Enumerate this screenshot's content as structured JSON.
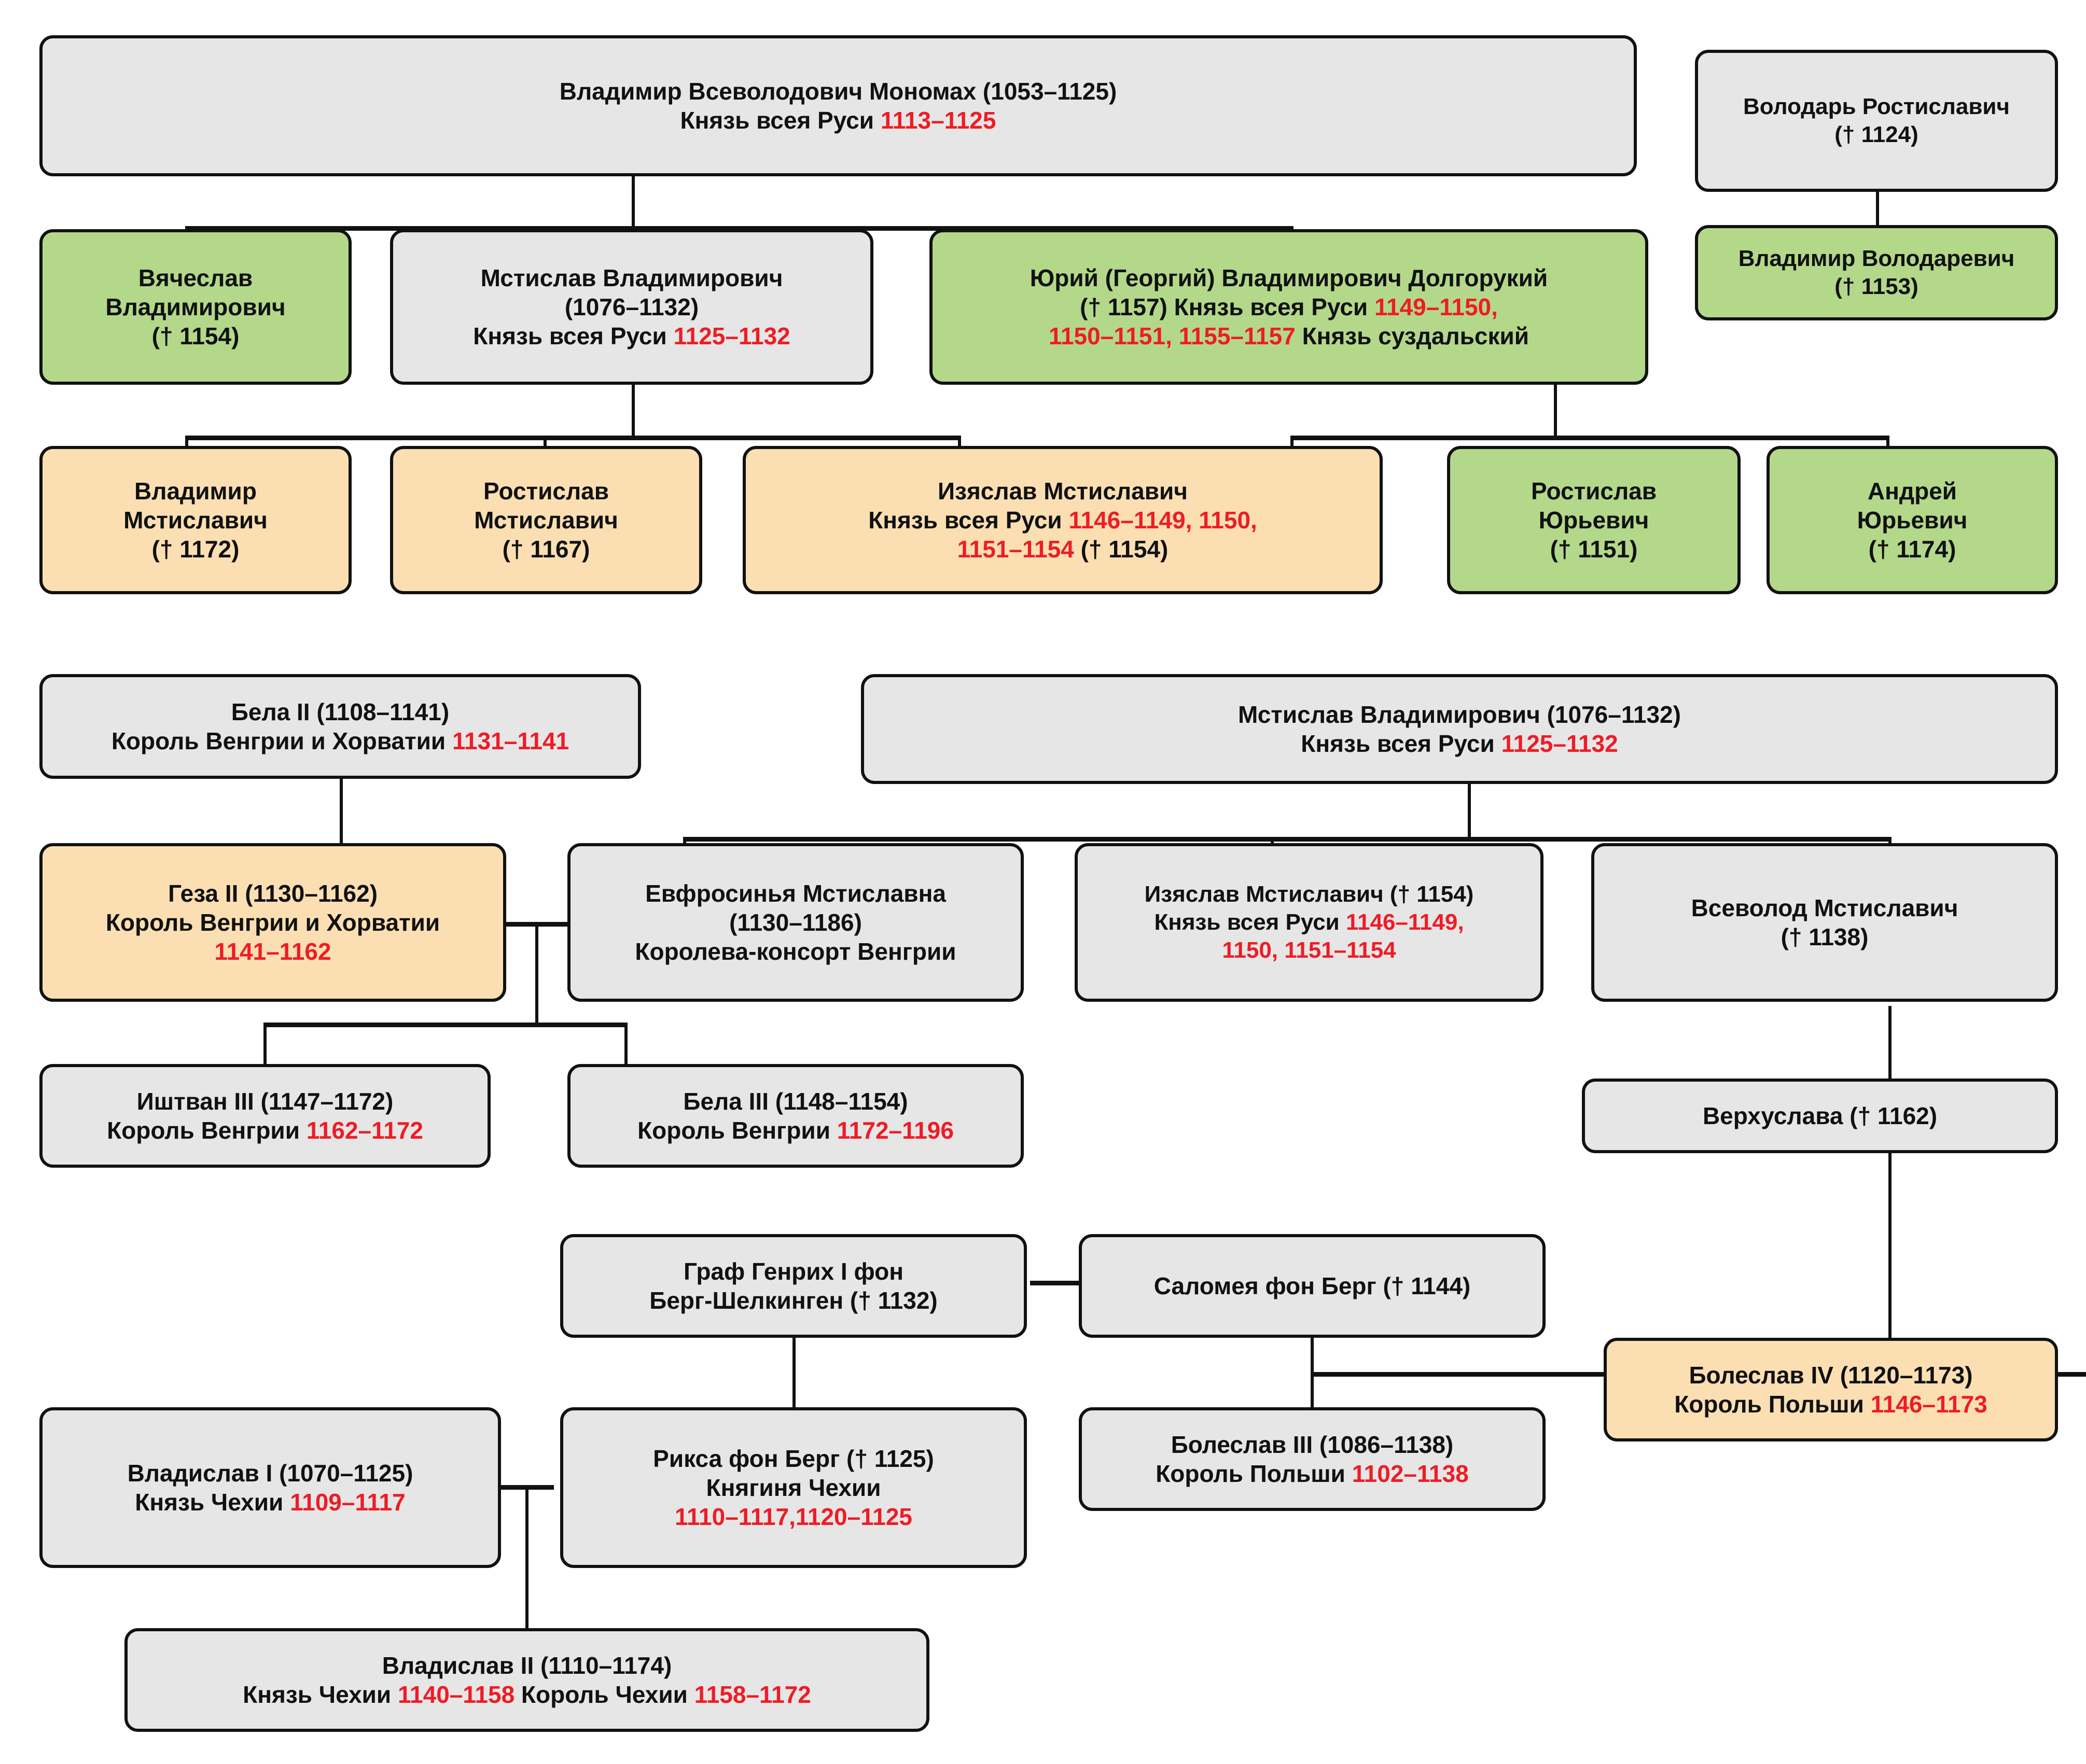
{
  "meta": {
    "title": "Генеалогическое древо Мономашичей",
    "colors": {
      "box_gray": "#e6e6e6",
      "box_green": "#b3d88a",
      "box_tan": "#fbdfb2",
      "border": "#111111",
      "text": "#111111",
      "reign_red": "#ee1c25",
      "background": "#ffffff"
    }
  },
  "nodes": {
    "monomakh": {
      "line1": "Владимир Всеволодович Мономах (1053–1125)",
      "line2_label": "Князь всея Руси ",
      "line2_reign": "1113–1125"
    },
    "volodar": {
      "line1": "Володарь Ростиславич",
      "line2": "(† 1124)"
    },
    "vladimir_volodarevich": {
      "line1": "Владимир Володаревич",
      "line2": "(† 1153)"
    },
    "vyacheslav": {
      "line1": "Вячеслав",
      "line2": "Владимирович",
      "line3": "(† 1154)"
    },
    "mstislav_top": {
      "line1": "Мстислав Владимирович",
      "line2": "(1076–1132)",
      "line3_label": "Князь всея Руси ",
      "line3_reign": "1125–1132"
    },
    "yuri": {
      "line1": "Юрий (Георгий) Владимирович Долгорукий",
      "line2_a": "(† 1157) Князь всея Руси ",
      "line2_reign": "1149–1150,",
      "line3_reign": "1150–1151, 1155–1157",
      "line3_b": " Князь суздальский"
    },
    "vladimir_mstislavich": {
      "line1": "Владимир",
      "line2": "Мстиславич",
      "line3": "(† 1172)"
    },
    "rostislav_mstislavich": {
      "line1": "Ростислав",
      "line2": "Мстиславич",
      "line3": "(† 1167)"
    },
    "izyaslav_top": {
      "line1": "Изяслав Мстиславич",
      "line2_label": "Князь всея Руси ",
      "line2_reign": "1146–1149, 1150,",
      "line3_reign": "1151–1154",
      "line3_death": " († 1154)"
    },
    "rostislav_yurievich": {
      "line1": "Ростислав",
      "line2": "Юрьевич",
      "line3": "(† 1151)"
    },
    "andrey_yurievich": {
      "line1": "Андрей",
      "line2": "Юрьевич",
      "line3": "(† 1174)"
    },
    "bela2": {
      "line1": "Бела II (1108–1141)",
      "line2_label": "Король Венгрии и Хорватии ",
      "line2_reign": "1131–1141"
    },
    "mstislav_mid": {
      "line1": "Мстислав Владимирович (1076–1132)",
      "line2_label": "Князь всея Руси ",
      "line2_reign": "1125–1132"
    },
    "geza2": {
      "line1": "Геза II (1130–1162)",
      "line2": "Король Венгрии и Хорватии",
      "line3_reign": "1141–1162"
    },
    "evfrosinya": {
      "line1": "Евфросинья Мстиславна",
      "line2": "(1130–1186)",
      "line3": "Королева-консорт Венгрии"
    },
    "izyaslav_mid": {
      "line1": "Изяслав Мстиславич († 1154)",
      "line2_label": "Князь всея Руси ",
      "line2_reign": "1146–1149,",
      "line3_reign": "1150, 1151–1154"
    },
    "vsevolod": {
      "line1": "Всеволод Мстиславич",
      "line2": "(† 1138)"
    },
    "ishtvan3": {
      "line1": "Иштван III (1147–1172)",
      "line2_label": "Король Венгрии ",
      "line2_reign": "1162–1172"
    },
    "bela3": {
      "line1": "Бела III (1148–1154)",
      "line2_label": "Король Венгрии ",
      "line2_reign": "1172–1196"
    },
    "verkhuslava": {
      "line1": "Верхуслава († 1162)"
    },
    "genrih": {
      "line1": "Граф Генрих I фон",
      "line2": "Берг-Шелкинген († 1132)"
    },
    "salomea": {
      "line1": "Саломея фон Берг († 1144)"
    },
    "boleslav4": {
      "line1": "Болеслав IV (1120–1173)",
      "line2_label": "Король Польши ",
      "line2_reign": "1146–1173"
    },
    "vladislav1": {
      "line1": "Владислав I (1070–1125)",
      "line2_label": "Князь Чехии ",
      "line2_reign": "1109–1117"
    },
    "riksa": {
      "line1": "Рикса фон Берг († 1125)",
      "line2": "Княгиня Чехии",
      "line3_reign": "1110–1117,1120–1125"
    },
    "boleslav3": {
      "line1": "Болеслав III (1086–1138)",
      "line2_label": "Король Польши ",
      "line2_reign": "1102–1138"
    },
    "vladislav2": {
      "line1": "Владислав II (1110–1174)",
      "line2_label_a": "Князь Чехии ",
      "line2_reign_a": "1140–1158",
      "line2_label_b": " Король Чехии ",
      "line2_reign_b": "1158–1172"
    }
  }
}
